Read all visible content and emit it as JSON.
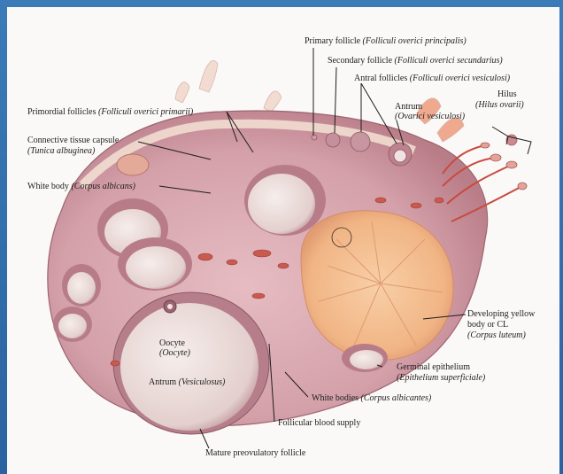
{
  "colors": {
    "frame": "#2d6aa6",
    "paper": "#fbf9f7",
    "stroma": "#d7a8b0",
    "cortex": "#e9c3c5",
    "antrum": "#f1e6e3",
    "corpus_luteum": "#f4bd91",
    "vessels": "#c94a3e"
  },
  "labels": {
    "primary_follicle": {
      "en": "Primary follicle",
      "la": "(Folliculi overici principalis)"
    },
    "secondary_follicle": {
      "en": "Secondary follicle",
      "la": "(Folliculi overici secundarius)"
    },
    "antral_follicles": {
      "en": "Antral follicles",
      "la": "(Folliculi overici vesiculosi)"
    },
    "antrum_top": {
      "en": "Antrum",
      "la": "(Ovarici vesiculosi)"
    },
    "hilus": {
      "en": "Hilus",
      "la": "(Hilus ovarii)"
    },
    "primordial_follicles": {
      "en": "Primordial follicles",
      "la": "(Folliculi overici primarii)"
    },
    "connective_capsule": {
      "en": "Connective tissue capsule",
      "la": "(Tunica albuginea)"
    },
    "white_body": {
      "en": "White body",
      "la": "(Corpus albicans)"
    },
    "oocyte": {
      "en": "Oocyte",
      "la": "(Oocyte)"
    },
    "antrum_main": {
      "en": "Antrum",
      "la": "(Vesiculosus)"
    },
    "developing_yellow": {
      "line1": "Developing yellow",
      "line2": "body or CL",
      "la": "(Corpus luteum)"
    },
    "germinal_epithelium": {
      "en": "Germinal epithelium",
      "la": "(Epithelium superficiale)"
    },
    "white_bodies": {
      "en": "White bodies",
      "la": "(Corpus albicantes)"
    },
    "follicular_blood": {
      "en": "Follicular blood supply"
    },
    "mature_follicle": {
      "en": "Mature preovulatory follicle"
    }
  }
}
